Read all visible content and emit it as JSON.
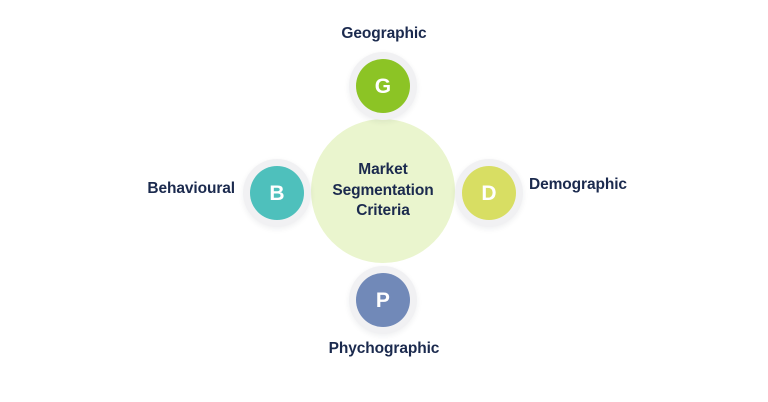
{
  "diagram": {
    "type": "hub-and-spoke",
    "background_color": "#ffffff",
    "label_text_color": "#1b2a4e",
    "center": {
      "title": "Market\nSegmentation\nCriteria",
      "fill_color": "#eaf5ce",
      "text_color": "#1b2a4e"
    },
    "ring_color": "#f1f1f3",
    "nodes": [
      {
        "id": "geographic",
        "letter": "G",
        "label": "Geographic",
        "fill_color": "#8cc425",
        "letter_color": "#ffffff",
        "position": "top"
      },
      {
        "id": "demographic",
        "letter": "D",
        "label": "Demographic",
        "fill_color": "#d8de63",
        "letter_color": "#ffffff",
        "position": "right"
      },
      {
        "id": "psychographic",
        "letter": "P",
        "label": "Phychographic",
        "fill_color": "#7189b8",
        "letter_color": "#ffffff",
        "position": "bottom"
      },
      {
        "id": "behavioural",
        "letter": "B",
        "label": "Behavioural",
        "fill_color": "#4ec0bc",
        "letter_color": "#ffffff",
        "position": "left"
      }
    ]
  }
}
